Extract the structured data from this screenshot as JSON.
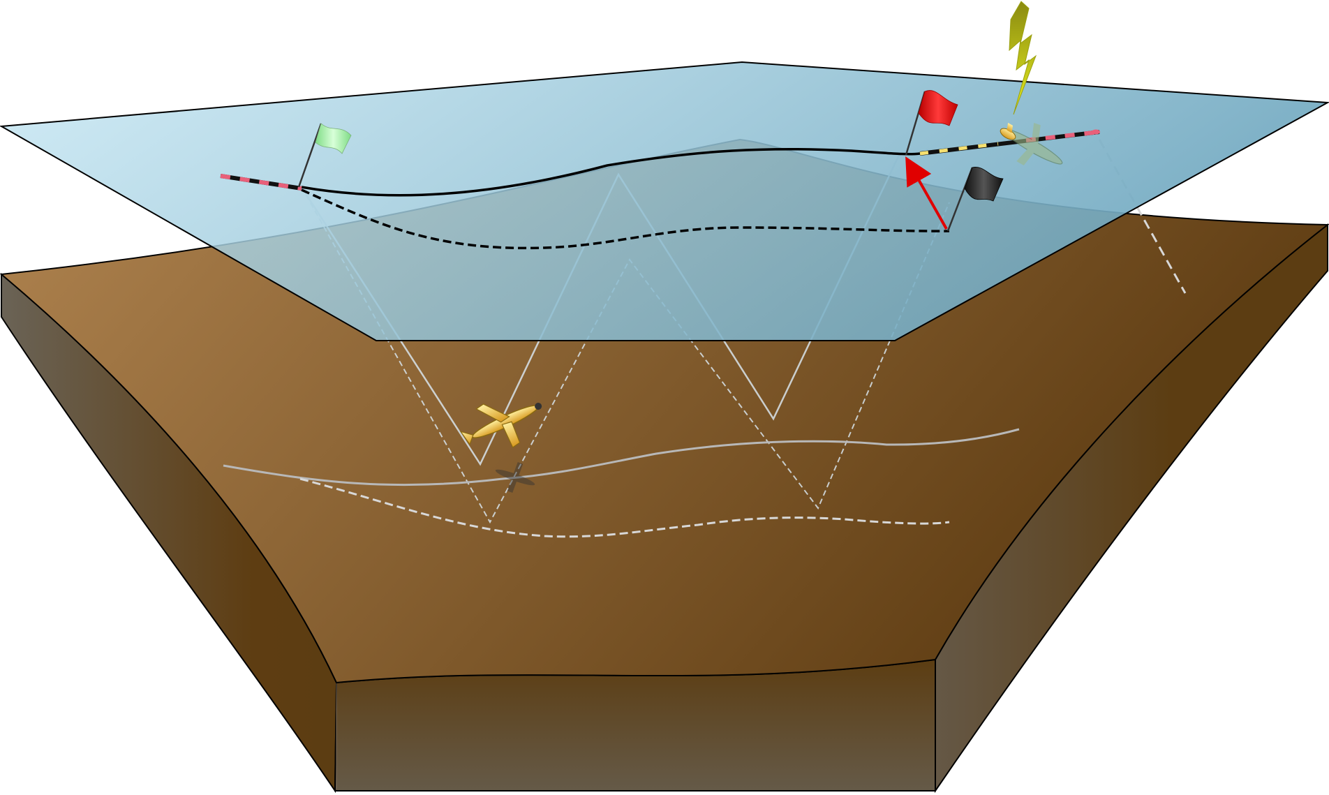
{
  "diagram": {
    "kind": "underwater-glider-dead-reckoning-illustration",
    "text_labels": [],
    "colors": {
      "sea_surface_light": "#c4e6f3",
      "sea_surface_dark": "#6fa7bf",
      "seabed_light": "#b08450",
      "seabed_dark": "#5e3c12",
      "block_side_light": "#6a5a48",
      "block_side_brown": "#5c3d12",
      "start_flag": "#9ef0a0",
      "surfacing_flag": "#e01414",
      "estimated_flag": "#222222",
      "correction_arrow": "#e00000",
      "lightning_bolt": "#d6e614",
      "glider_body": "#f0c040",
      "trajectory_line": "#d8e4ec"
    },
    "elements": {
      "start_flag": {
        "icon": "flag-icon",
        "color": "green"
      },
      "surfacing_flag": {
        "icon": "flag-icon",
        "color": "red"
      },
      "estimated_position_flag": {
        "icon": "flag-icon",
        "color": "black"
      },
      "position_correction_arrow": {
        "icon": "arrow-icon",
        "color": "red"
      },
      "satellite_fix_signal": {
        "icon": "lightning-bolt-icon",
        "color": "yellow"
      },
      "glider_at_surface": {
        "icon": "glider-icon"
      },
      "glider_submerged": {
        "icon": "glider-icon"
      },
      "actual_path": {
        "style": "solid"
      },
      "dead_reckoned_path": {
        "style": "dashed"
      },
      "sawtooth_dive_profile": {
        "style": "solid"
      },
      "estimated_dive_profile": {
        "style": "dashed"
      }
    }
  }
}
